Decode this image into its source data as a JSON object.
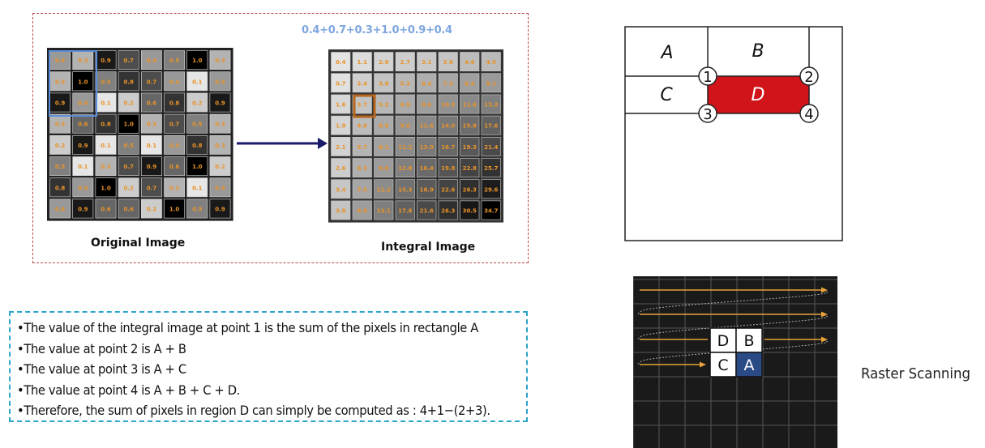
{
  "figure": {
    "formula": "0.4+0.7+0.3+1.0+0.9+0.4",
    "original_caption": "Original Image",
    "integral_caption": "Integral Image",
    "original_grid": [
      [
        "0.4",
        "0.3",
        "0.9",
        "0.7",
        "0.4",
        "0.5",
        "1.0",
        "0.3"
      ],
      [
        "0.3",
        "1.0",
        "0.5",
        "0.8",
        "0.7",
        "0.4",
        "0.1",
        "0.4"
      ],
      [
        "0.9",
        "0.4",
        "0.1",
        "0.2",
        "0.6",
        "0.8",
        "0.2",
        "0.9"
      ],
      [
        "0.3",
        "0.6",
        "0.8",
        "1.0",
        "0.3",
        "0.7",
        "0.5",
        "0.3"
      ],
      [
        "0.2",
        "0.9",
        "0.1",
        "0.5",
        "0.1",
        "0.4",
        "0.8",
        "0.3"
      ],
      [
        "0.5",
        "0.1",
        "0.3",
        "0.7",
        "0.9",
        "0.6",
        "1.0",
        "0.2"
      ],
      [
        "0.8",
        "0.4",
        "1.0",
        "0.2",
        "0.7",
        "0.3",
        "0.1",
        "0.4"
      ],
      [
        "0.4",
        "0.9",
        "0.6",
        "0.6",
        "0.2",
        "1.0",
        "0.5",
        "0.9"
      ]
    ],
    "integral_grid": [
      [
        "0.4",
        "1.1",
        "2.0",
        "2.7",
        "3.1",
        "3.6",
        "4.6",
        "4.9"
      ],
      [
        "0.7",
        "2.4",
        "3.8",
        "5.3",
        "6.4",
        "7.3",
        "8.4",
        "9.1"
      ],
      [
        "1.6",
        "3.7",
        "5.2",
        "6.9",
        "8.6",
        "10.3",
        "11.6",
        "13.2"
      ],
      [
        "1.9",
        "4.6",
        "6.9",
        "9.6",
        "11.6",
        "14.0",
        "15.8",
        "17.6"
      ],
      [
        "2.1",
        "5.7",
        "8.1",
        "11.2",
        "13.9",
        "16.7",
        "19.3",
        "21.4"
      ],
      [
        "2.6",
        "6.3",
        "9.0",
        "12.8",
        "16.4",
        "19.8",
        "22.8",
        "25.7"
      ],
      [
        "3.4",
        "7.5",
        "11.2",
        "15.3",
        "18.9",
        "22.6",
        "26.3",
        "29.6"
      ],
      [
        "3.8",
        "8.8",
        "13.1",
        "17.8",
        "21.6",
        "26.3",
        "30.5",
        "34.7"
      ]
    ]
  },
  "notes": [
    "•The value of the integral image at point 1 is the sum of the pixels in rectangle A",
    "•The value at point 2 is A + B",
    "•The value at point 3 is A + C",
    "•The value at point 4 is A + B + C + D.",
    "•Therefore, the sum of pixels in region D can simply be computed as : 4+1−(2+3)."
  ],
  "regions": {
    "a": "A",
    "b": "B",
    "c": "C",
    "d": "D",
    "p1": "1",
    "p2": "2",
    "p3": "3",
    "p4": "4",
    "d_color": "#d0141a"
  },
  "raster": {
    "label": "Raster Scanning",
    "cells": {
      "d": "D",
      "b": "B",
      "c": "C",
      "a": "A"
    },
    "arrow_color": "#e8a23a",
    "a_color": "#2a4a85"
  }
}
